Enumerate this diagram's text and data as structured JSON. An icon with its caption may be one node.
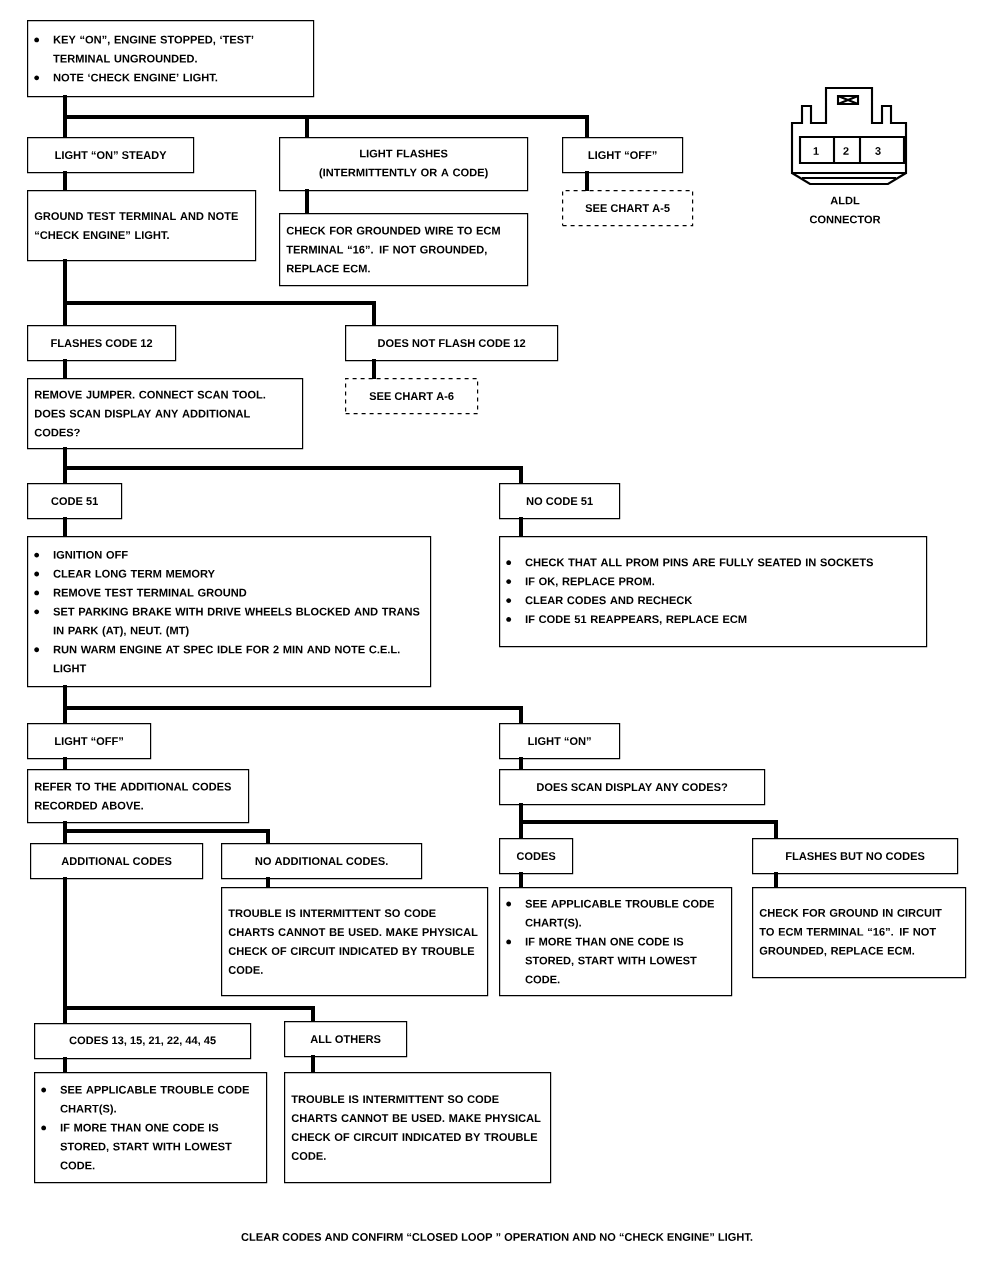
{
  "diagram": {
    "nodes": [
      {
        "text": [
          "KEY “ON”, ENGINE STOPPED, ‘TEST’ TERMINAL UNGROUNDED.",
          "NOTE ‘CHECK ENGINE’ LIGHT."
        ]
      },
      {
        "text": [
          "LIGHT “ON” STEADY"
        ]
      },
      {
        "text": [
          "LIGHT FLASHES (INTERMITTENTLY OR A CODE)"
        ]
      },
      {
        "text": [
          "LIGHT “OFF”"
        ]
      },
      {
        "text": [
          "GROUND TEST TERMINAL AND NOTE “CHECK ENGINE” LIGHT."
        ]
      },
      {
        "text": [
          "CHECK FOR GROUNDED WIRE TO ECM TERMINAL “16”.  IF NOT GROUNDED, REPLACE ECM."
        ]
      },
      {
        "text": [
          "SEE CHART A-5"
        ]
      },
      {
        "text": [
          "FLASHES CODE 12"
        ]
      },
      {
        "text": [
          "DOES NOT FLASH CODE 12"
        ]
      },
      {
        "text": [
          "REMOVE JUMPER. CONNECT SCAN TOOL. DOES SCAN DISPLAY ANY ADDITIONAL CODES?"
        ]
      },
      {
        "text": [
          "SEE CHART A-6"
        ]
      },
      {
        "text": [
          "CODE 51"
        ]
      },
      {
        "text": [
          "NO CODE 51"
        ]
      },
      {
        "text": [
          "IGNITION OFF",
          "CLEAR LONG TERM MEMORY",
          "REMOVE TEST TERMINAL GROUND",
          "SET PARKING BRAKE WITH DRIVE WHEELS BLOCKED AND TRANS IN PARK (AT), NEUT. (MT)",
          "RUN WARM ENGINE AT SPEC IDLE FOR 2 MIN AND NOTE C.E.L. LIGHT"
        ]
      },
      {
        "text": [
          "CHECK THAT ALL PROM PINS ARE FULLY SEATED IN SOCKETS",
          "IF OK, REPLACE PROM.",
          "CLEAR CODES AND RECHECK",
          "IF CODE 51 REAPPEARS, REPLACE ECM"
        ]
      },
      {
        "text": [
          "LIGHT “OFF”"
        ]
      },
      {
        "text": [
          "LIGHT “ON”"
        ]
      },
      {
        "text": [
          "REFER TO THE ADDITIONAL CODES RECORDED ABOVE."
        ]
      },
      {
        "text": [
          "DOES SCAN DISPLAY ANY CODES?"
        ]
      },
      {
        "text": [
          "ADDITIONAL CODES"
        ]
      },
      {
        "text": [
          "NO ADDITIONAL CODES."
        ]
      },
      {
        "text": [
          "CODES"
        ]
      },
      {
        "text": [
          "FLASHES BUT NO CODES"
        ]
      },
      {
        "text": [
          "TROUBLE IS INTERMITTENT SO CODE CHARTS CANNOT BE USED. MAKE PHYSICAL CHECK OF CIRCUIT INDICATED BY TROUBLE CODE."
        ]
      },
      {
        "text": [
          "SEE APPLICABLE TROUBLE CODE CHART(S).",
          "IF MORE THAN ONE CODE IS STORED, START WITH LOWEST CODE."
        ]
      },
      {
        "text": [
          "CHECK FOR GROUND IN CIRCUIT TO ECM TERMINAL “16”.  IF NOT GROUNDED, REPLACE ECM."
        ]
      },
      {
        "text": [
          "CODES 13, 15, 21, 22, 44, 45"
        ]
      },
      {
        "text": [
          "ALL OTHERS"
        ]
      },
      {
        "text": [
          "SEE APPLICABLE TROUBLE CODE CHART(S).",
          "IF MORE THAN ONE CODE IS STORED, START WITH LOWEST CODE."
        ]
      },
      {
        "text": [
          "TROUBLE IS INTERMITTENT SO CODE CHARTS CANNOT BE USED. MAKE PHYSICAL CHECK OF CIRCUIT INDICATED BY TROUBLE CODE."
        ]
      }
    ],
    "edges": [
      {
        "from": 0,
        "to": 1,
        "arrow": "none"
      },
      {
        "from": 0,
        "to": 2,
        "arrow": "none"
      },
      {
        "from": 0,
        "to": 3,
        "arrow": "none"
      },
      {
        "from": 1,
        "to": 4,
        "arrow": "none"
      },
      {
        "from": 2,
        "to": 5,
        "arrow": "none"
      },
      {
        "from": 3,
        "to": 6,
        "arrow": "none"
      },
      {
        "from": 4,
        "to": 7,
        "arrow": "none"
      },
      {
        "from": 4,
        "to": 8,
        "arrow": "none"
      },
      {
        "from": 7,
        "to": 9,
        "arrow": "none"
      },
      {
        "from": 8,
        "to": 10,
        "arrow": "none"
      },
      {
        "from": 9,
        "to": 11,
        "arrow": "none"
      },
      {
        "from": 9,
        "to": 12,
        "arrow": "none"
      },
      {
        "from": 11,
        "to": 13,
        "arrow": "none"
      },
      {
        "from": 12,
        "to": 14,
        "arrow": "none"
      },
      {
        "from": 13,
        "to": 15,
        "arrow": "none"
      },
      {
        "from": 13,
        "to": 16,
        "arrow": "none"
      },
      {
        "from": 15,
        "to": 17,
        "arrow": "none"
      },
      {
        "from": 16,
        "to": 18,
        "arrow": "none"
      },
      {
        "from": 17,
        "to": 19,
        "arrow": "none"
      },
      {
        "from": 17,
        "to": 20,
        "arrow": "none"
      },
      {
        "from": 18,
        "to": 21,
        "arrow": "none"
      },
      {
        "from": 18,
        "to": 22,
        "arrow": "none"
      },
      {
        "from": 20,
        "to": 23,
        "arrow": "none"
      },
      {
        "from": 21,
        "to": 24,
        "arrow": "none"
      },
      {
        "from": 22,
        "to": 25,
        "arrow": "none"
      },
      {
        "from": 19,
        "to": 26,
        "arrow": "none"
      },
      {
        "from": 19,
        "to": 27,
        "arrow": "none"
      },
      {
        "from": 26,
        "to": 28,
        "arrow": "none"
      },
      {
        "from": 27,
        "to": 29,
        "arrow": "none"
      }
    ],
    "labels": [
      "1",
      "2",
      "3",
      "ALDL CONNECTOR",
      "CLEAR CODES AND CONFIRM “CLOSED LOOP ” OPERATION AND NO “CHECK ENGINE” LIGHT."
    ]
  }
}
